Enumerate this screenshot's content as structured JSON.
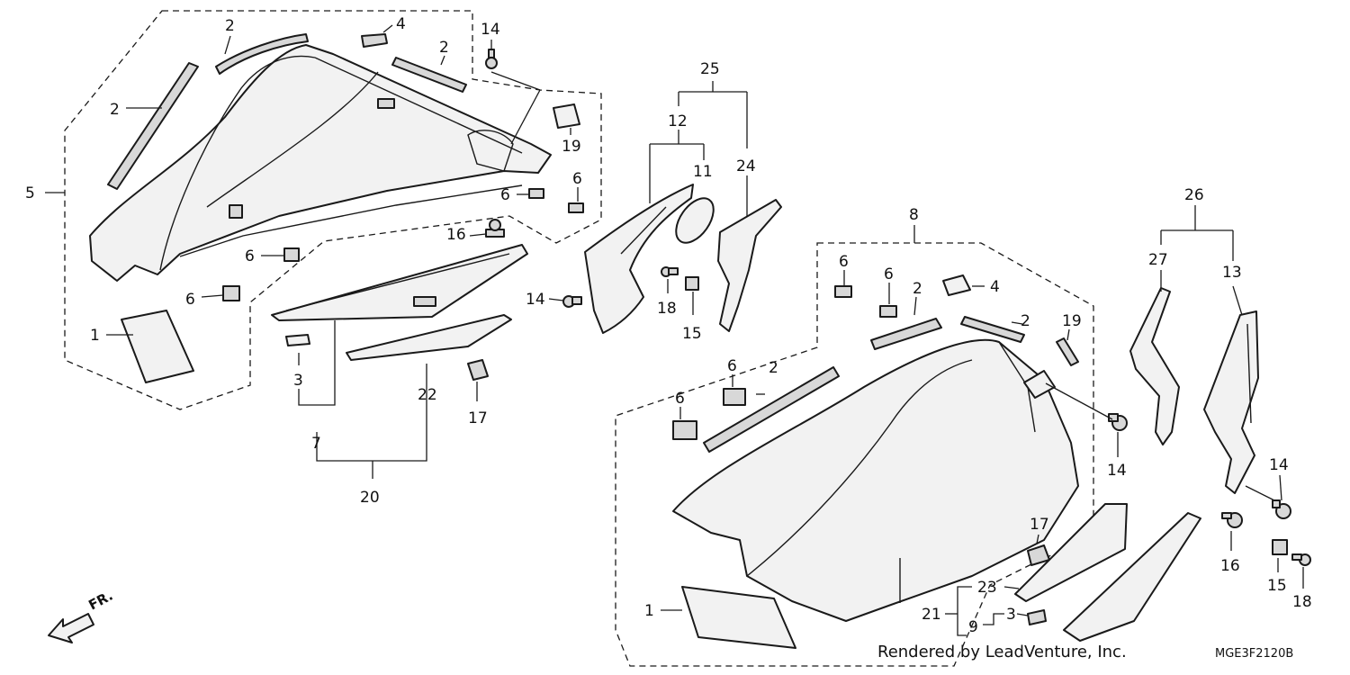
{
  "diagram": {
    "credit": "Rendered by LeadVenture, Inc.",
    "code": "MGE3F2120B",
    "direction_label": "FR.",
    "callouts": {
      "c5": "5",
      "c2a": "2",
      "c2b": "2",
      "c4a": "4",
      "c2c": "2",
      "c14a": "14",
      "c19a": "19",
      "c6a": "6",
      "c6b": "6",
      "c6c": "6",
      "c6d": "6",
      "c1a": "1",
      "c16a": "16",
      "c14b": "14",
      "c3a": "3",
      "c7": "7",
      "c22": "22",
      "c17a": "17",
      "c20": "20",
      "c25": "25",
      "c12": "12",
      "c11": "11",
      "c24": "24",
      "c18a": "18",
      "c15a": "15",
      "c8": "8",
      "c6e": "6",
      "c6f": "6",
      "c2d": "2",
      "c4b": "4",
      "c2e": "2",
      "c19b": "19",
      "c6g": "6",
      "c2f": "2",
      "c6h": "6",
      "c14c": "14",
      "c1b": "1",
      "c17b": "17",
      "c23": "23",
      "c21": "21",
      "c9": "9",
      "c3b": "3",
      "c26": "26",
      "c27": "27",
      "c13": "13",
      "c14d": "14",
      "c16b": "16",
      "c15b": "15",
      "c18b": "18"
    }
  }
}
